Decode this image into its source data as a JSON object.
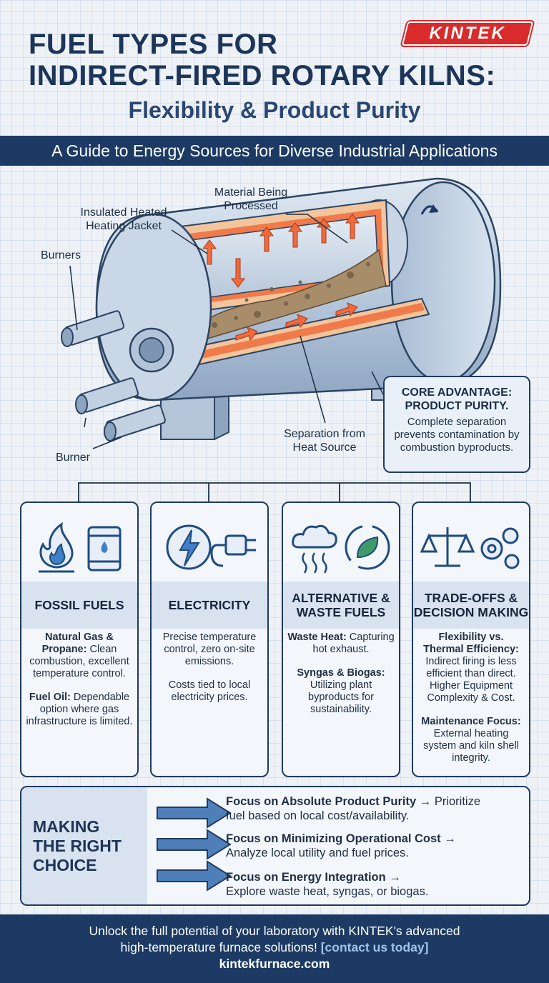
{
  "brand": {
    "logo_text": "KINTEK"
  },
  "header": {
    "title_line1": "FUEL TYPES FOR",
    "title_line2": "INDIRECT-FIRED ROTARY KILNS:",
    "subtitle": "Flexibility & Product Purity",
    "banner": "A Guide to Energy Sources for Diverse Industrial Applications"
  },
  "diagram": {
    "labels": {
      "material": "Material Being Processed",
      "jacket": "Insulated Heated Heating Jacket",
      "burners": "Burners",
      "burner": "Burner",
      "separation": "Separation from Heat Source"
    },
    "advantage": {
      "title": "CORE ADVANTAGE: PRODUCT PURITY.",
      "text": "Complete separation prevents contamination by combustion byproducts."
    }
  },
  "cards": [
    {
      "title": "FOSSIL FUELS",
      "icons": [
        "flame-icon",
        "oil-barrel-icon"
      ],
      "items": [
        {
          "heading": "Natural Gas & Propane:",
          "text": " Clean combustion, excellent temperature control."
        },
        {
          "heading": "Fuel Oil:",
          "text": " Dependable option where gas infrastructure is limited."
        }
      ]
    },
    {
      "title": "ELECTRICITY",
      "icons": [
        "lightning-icon",
        "plug-icon"
      ],
      "items": [
        {
          "heading": "",
          "text": "Precise temperature control, zero on-site emissions."
        },
        {
          "heading": "",
          "text": "Costs tied to local electricity prices."
        }
      ]
    },
    {
      "title": "ALTERNATIVE & WASTE FUELS",
      "icons": [
        "cloud-heat-icon",
        "recycle-leaf-icon"
      ],
      "items": [
        {
          "heading": "Waste Heat:",
          "text": " Capturing hot exhaust."
        },
        {
          "heading": "Syngas & Biogas:",
          "text": " Utilizing plant byproducts for sustainability."
        }
      ]
    },
    {
      "title": "TRADE-OFFS & DECISION MAKING",
      "icons": [
        "scales-icon",
        "gears-icon"
      ],
      "items": [
        {
          "heading": "Flexibility vs. Thermal Efficiency:",
          "text": " Indirect firing is less efficient than direct. Higher Equipment Complexity & Cost."
        },
        {
          "heading": "Maintenance Focus:",
          "text": " External heating system and kiln shell integrity."
        }
      ]
    }
  ],
  "choice": {
    "title": "MAKING THE RIGHT CHOICE",
    "rows": [
      {
        "heading": "Focus on Absolute Product Purity",
        "arrow": " → ",
        "text1": "Prioritize",
        "text2": "fuel based on local cost/availability."
      },
      {
        "heading": "Focus on Minimizing Operational Cost",
        "arrow": " → ",
        "text1": "",
        "text2": "Analyze local utility and fuel prices."
      },
      {
        "heading": "Focus on Energy Integration",
        "arrow": " → ",
        "text1": "",
        "text2": "Explore waste heat, syngas, or biogas."
      }
    ]
  },
  "footer": {
    "line1": "Unlock the full potential of your laboratory with KINTEK's advanced",
    "line2": "high-temperature furnace solutions!",
    "link": "[contact us today]",
    "site": "kintekfurnace.com"
  },
  "colors": {
    "navy": "#1c3a63",
    "accent_red": "#d92b2b",
    "flame": "#f06a3b",
    "panel": "#d8e3ef"
  }
}
